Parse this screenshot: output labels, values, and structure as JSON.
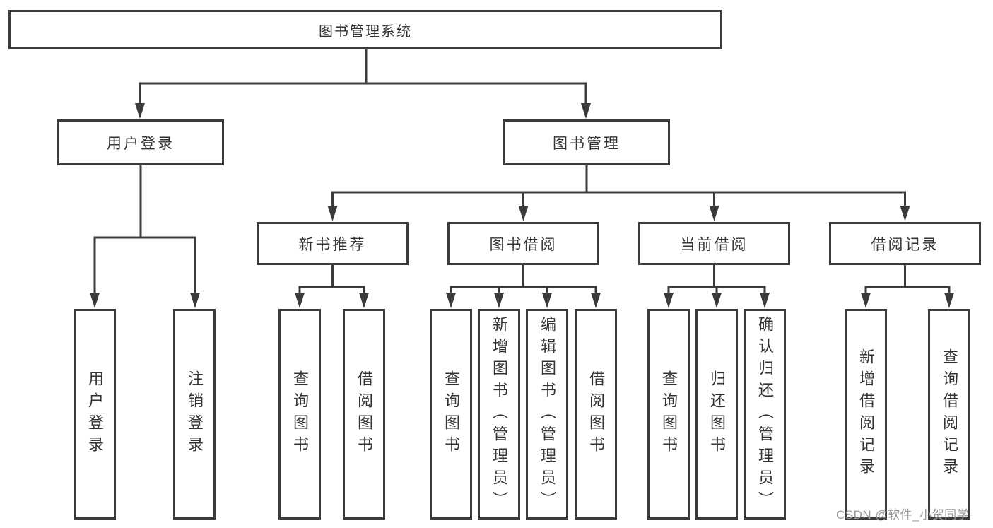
{
  "diagram": {
    "title": "图书管理系统",
    "root": {
      "label": "图书管理系统"
    },
    "branches": [
      {
        "label": "用户登录",
        "leaves": [
          "用户登录",
          "注销登录"
        ]
      },
      {
        "label": "图书管理",
        "children": [
          {
            "label": "新书推荐",
            "leaves": [
              "查询图书",
              "借阅图书"
            ]
          },
          {
            "label": "图书借阅",
            "leaves": [
              "查询图书",
              "新增图书（管理员）",
              "编辑图书（管理员）",
              "借阅图书"
            ]
          },
          {
            "label": "当前借阅",
            "leaves": [
              "查询图书",
              "归还图书",
              "确认归还（管理员）"
            ]
          },
          {
            "label": "借阅记录",
            "leaves": [
              "新增借阅记录",
              "查询借阅记录"
            ]
          }
        ]
      }
    ]
  },
  "watermark": {
    "text": "CSDN @软件_小贺同学"
  },
  "colors": {
    "line": "#3b3b3b",
    "text": "#333333",
    "background": "#ffffff",
    "watermark": "#97999c"
  }
}
